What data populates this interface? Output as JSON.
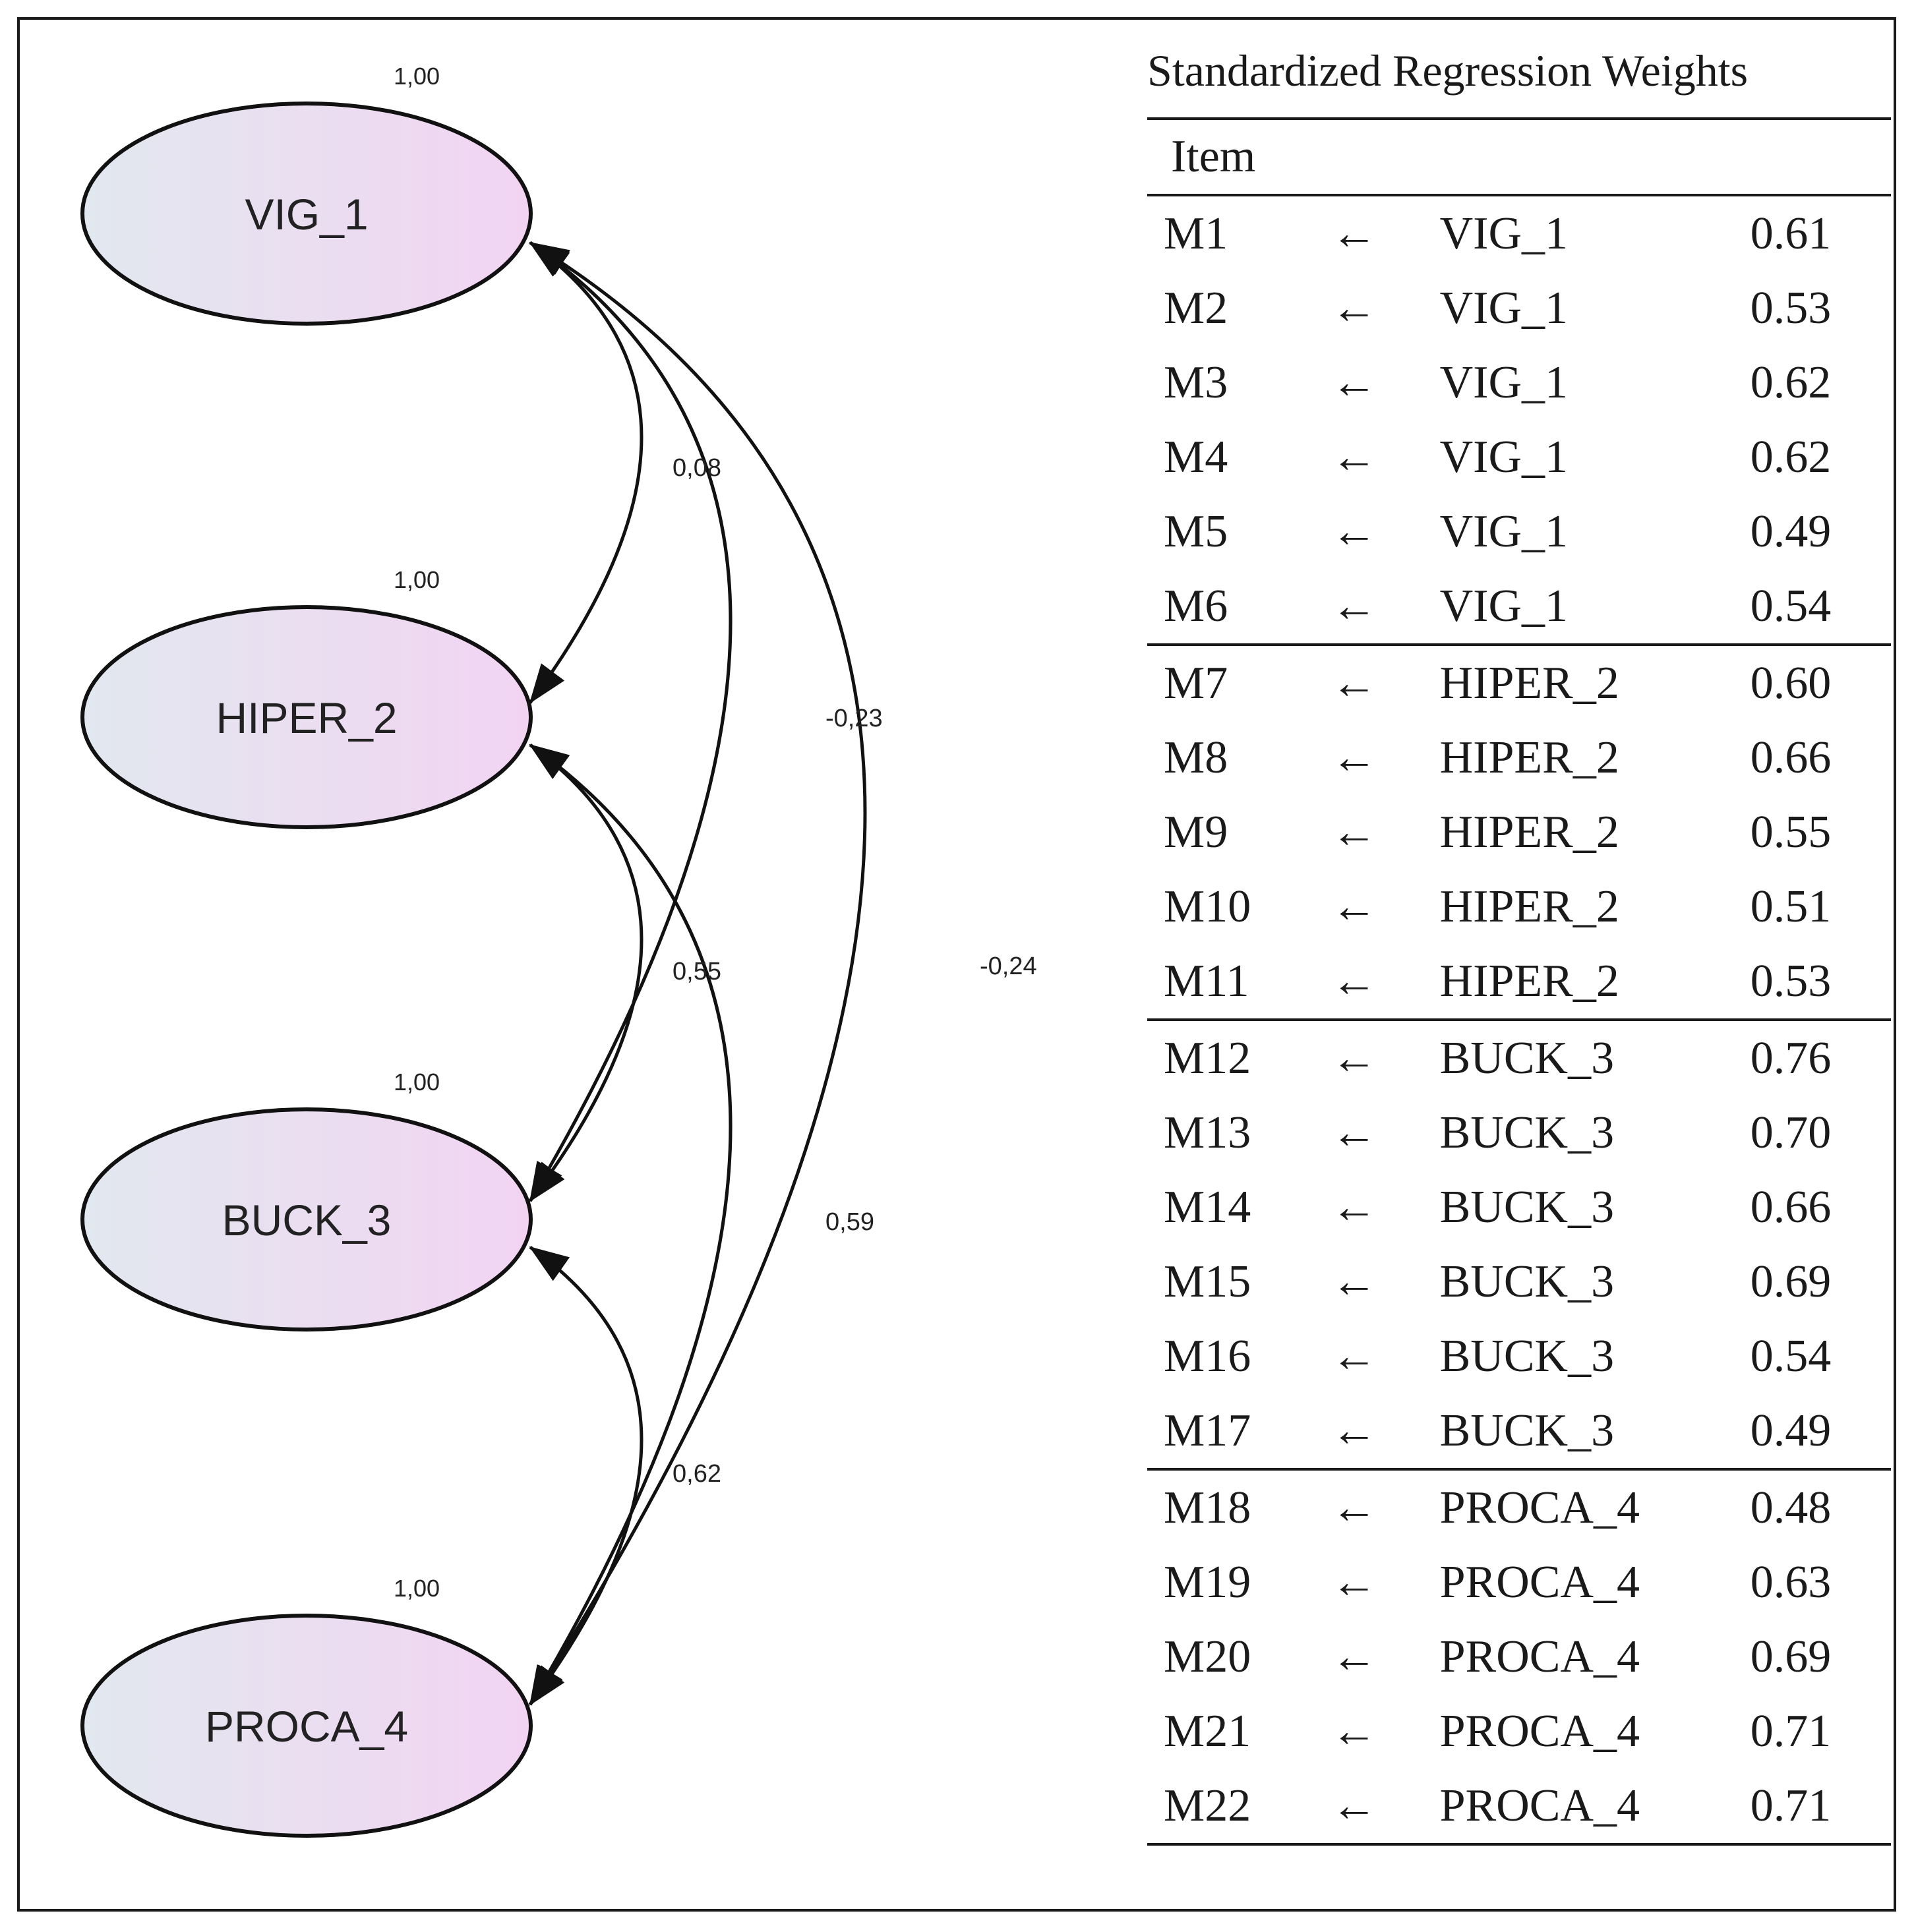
{
  "diagram": {
    "nodes": [
      {
        "id": "VIG_1",
        "label": "VIG_1",
        "variance": "1,00"
      },
      {
        "id": "HIPER_2",
        "label": "HIPER_2",
        "variance": "1,00"
      },
      {
        "id": "BUCK_3",
        "label": "BUCK_3",
        "variance": "1,00"
      },
      {
        "id": "PROCA_4",
        "label": "PROCA_4",
        "variance": "1,00"
      }
    ],
    "correlations": [
      {
        "from": "VIG_1",
        "to": "HIPER_2",
        "value": "0,08"
      },
      {
        "from": "VIG_1",
        "to": "BUCK_3",
        "value": "-0,23"
      },
      {
        "from": "VIG_1",
        "to": "PROCA_4",
        "value": "-0,24"
      },
      {
        "from": "HIPER_2",
        "to": "BUCK_3",
        "value": "0,55"
      },
      {
        "from": "HIPER_2",
        "to": "PROCA_4",
        "value": "0,59"
      },
      {
        "from": "BUCK_3",
        "to": "PROCA_4",
        "value": "0,62"
      }
    ],
    "colors": {
      "node_fill_left": "#e2e8ef",
      "node_fill_right": "#f2d4f2",
      "stroke": "#111111"
    }
  },
  "table": {
    "title": "Standardized Regression Weights",
    "header_item": "Item",
    "arrow_symbol": "←",
    "groups": [
      [
        {
          "item": "M1",
          "factor": "VIG_1",
          "value": "0.61"
        },
        {
          "item": "M2",
          "factor": "VIG_1",
          "value": "0.53"
        },
        {
          "item": "M3",
          "factor": "VIG_1",
          "value": "0.62"
        },
        {
          "item": "M4",
          "factor": "VIG_1",
          "value": "0.62"
        },
        {
          "item": "M5",
          "factor": "VIG_1",
          "value": "0.49"
        },
        {
          "item": "M6",
          "factor": "VIG_1",
          "value": "0.54"
        }
      ],
      [
        {
          "item": "M7",
          "factor": "HIPER_2",
          "value": "0.60"
        },
        {
          "item": "M8",
          "factor": "HIPER_2",
          "value": "0.66"
        },
        {
          "item": "M9",
          "factor": "HIPER_2",
          "value": "0.55"
        },
        {
          "item": "M10",
          "factor": "HIPER_2",
          "value": "0.51"
        },
        {
          "item": "M11",
          "factor": "HIPER_2",
          "value": "0.53"
        }
      ],
      [
        {
          "item": "M12",
          "factor": "BUCK_3",
          "value": "0.76"
        },
        {
          "item": "M13",
          "factor": "BUCK_3",
          "value": "0.70"
        },
        {
          "item": "M14",
          "factor": "BUCK_3",
          "value": "0.66"
        },
        {
          "item": "M15",
          "factor": "BUCK_3",
          "value": "0.69"
        },
        {
          "item": "M16",
          "factor": "BUCK_3",
          "value": "0.54"
        },
        {
          "item": "M17",
          "factor": "BUCK_3",
          "value": "0.49"
        }
      ],
      [
        {
          "item": "M18",
          "factor": "PROCA_4",
          "value": "0.48"
        },
        {
          "item": "M19",
          "factor": "PROCA_4",
          "value": "0.63"
        },
        {
          "item": "M20",
          "factor": "PROCA_4",
          "value": "0.69"
        },
        {
          "item": "M21",
          "factor": "PROCA_4",
          "value": "0.71"
        },
        {
          "item": "M22",
          "factor": "PROCA_4",
          "value": "0.71"
        }
      ]
    ]
  }
}
